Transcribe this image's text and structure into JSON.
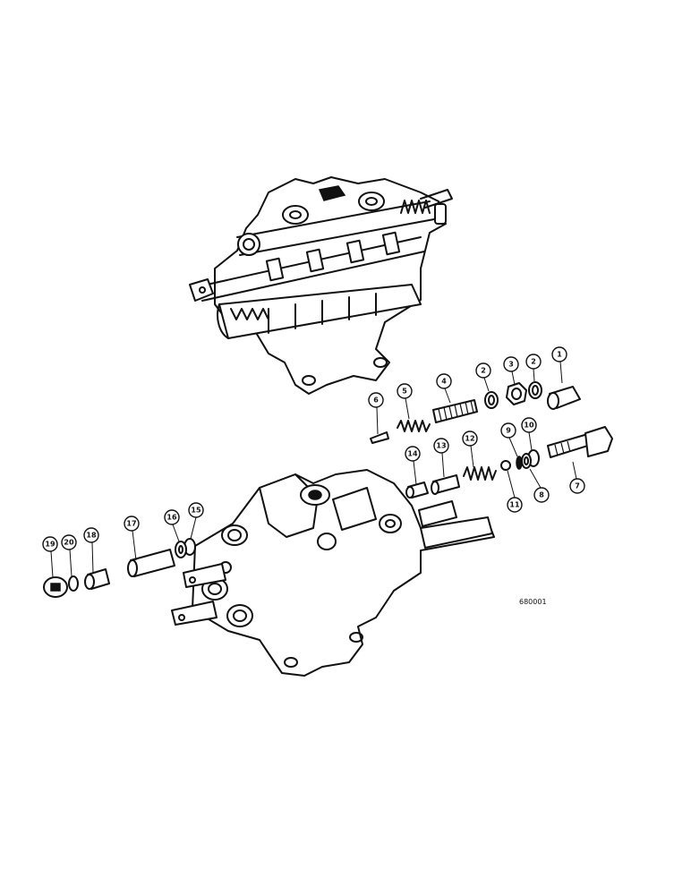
{
  "drawing_code": "680001",
  "callouts": [
    {
      "id": "c1",
      "label": "1"
    },
    {
      "id": "c2a",
      "label": "2"
    },
    {
      "id": "c2b",
      "label": "2"
    },
    {
      "id": "c3",
      "label": "3"
    },
    {
      "id": "c4",
      "label": "4"
    },
    {
      "id": "c5",
      "label": "5"
    },
    {
      "id": "c6",
      "label": "6"
    },
    {
      "id": "c7",
      "label": "7"
    },
    {
      "id": "c8",
      "label": "8"
    },
    {
      "id": "c9",
      "label": "9"
    },
    {
      "id": "c10",
      "label": "10"
    },
    {
      "id": "c11",
      "label": "11"
    },
    {
      "id": "c12",
      "label": "12"
    },
    {
      "id": "c13",
      "label": "13"
    },
    {
      "id": "c14",
      "label": "14"
    },
    {
      "id": "c15",
      "label": "15"
    },
    {
      "id": "c16",
      "label": "16"
    },
    {
      "id": "c17",
      "label": "17"
    },
    {
      "id": "c18",
      "label": "18"
    },
    {
      "id": "c19",
      "label": "19"
    },
    {
      "id": "c20",
      "label": "20"
    }
  ]
}
